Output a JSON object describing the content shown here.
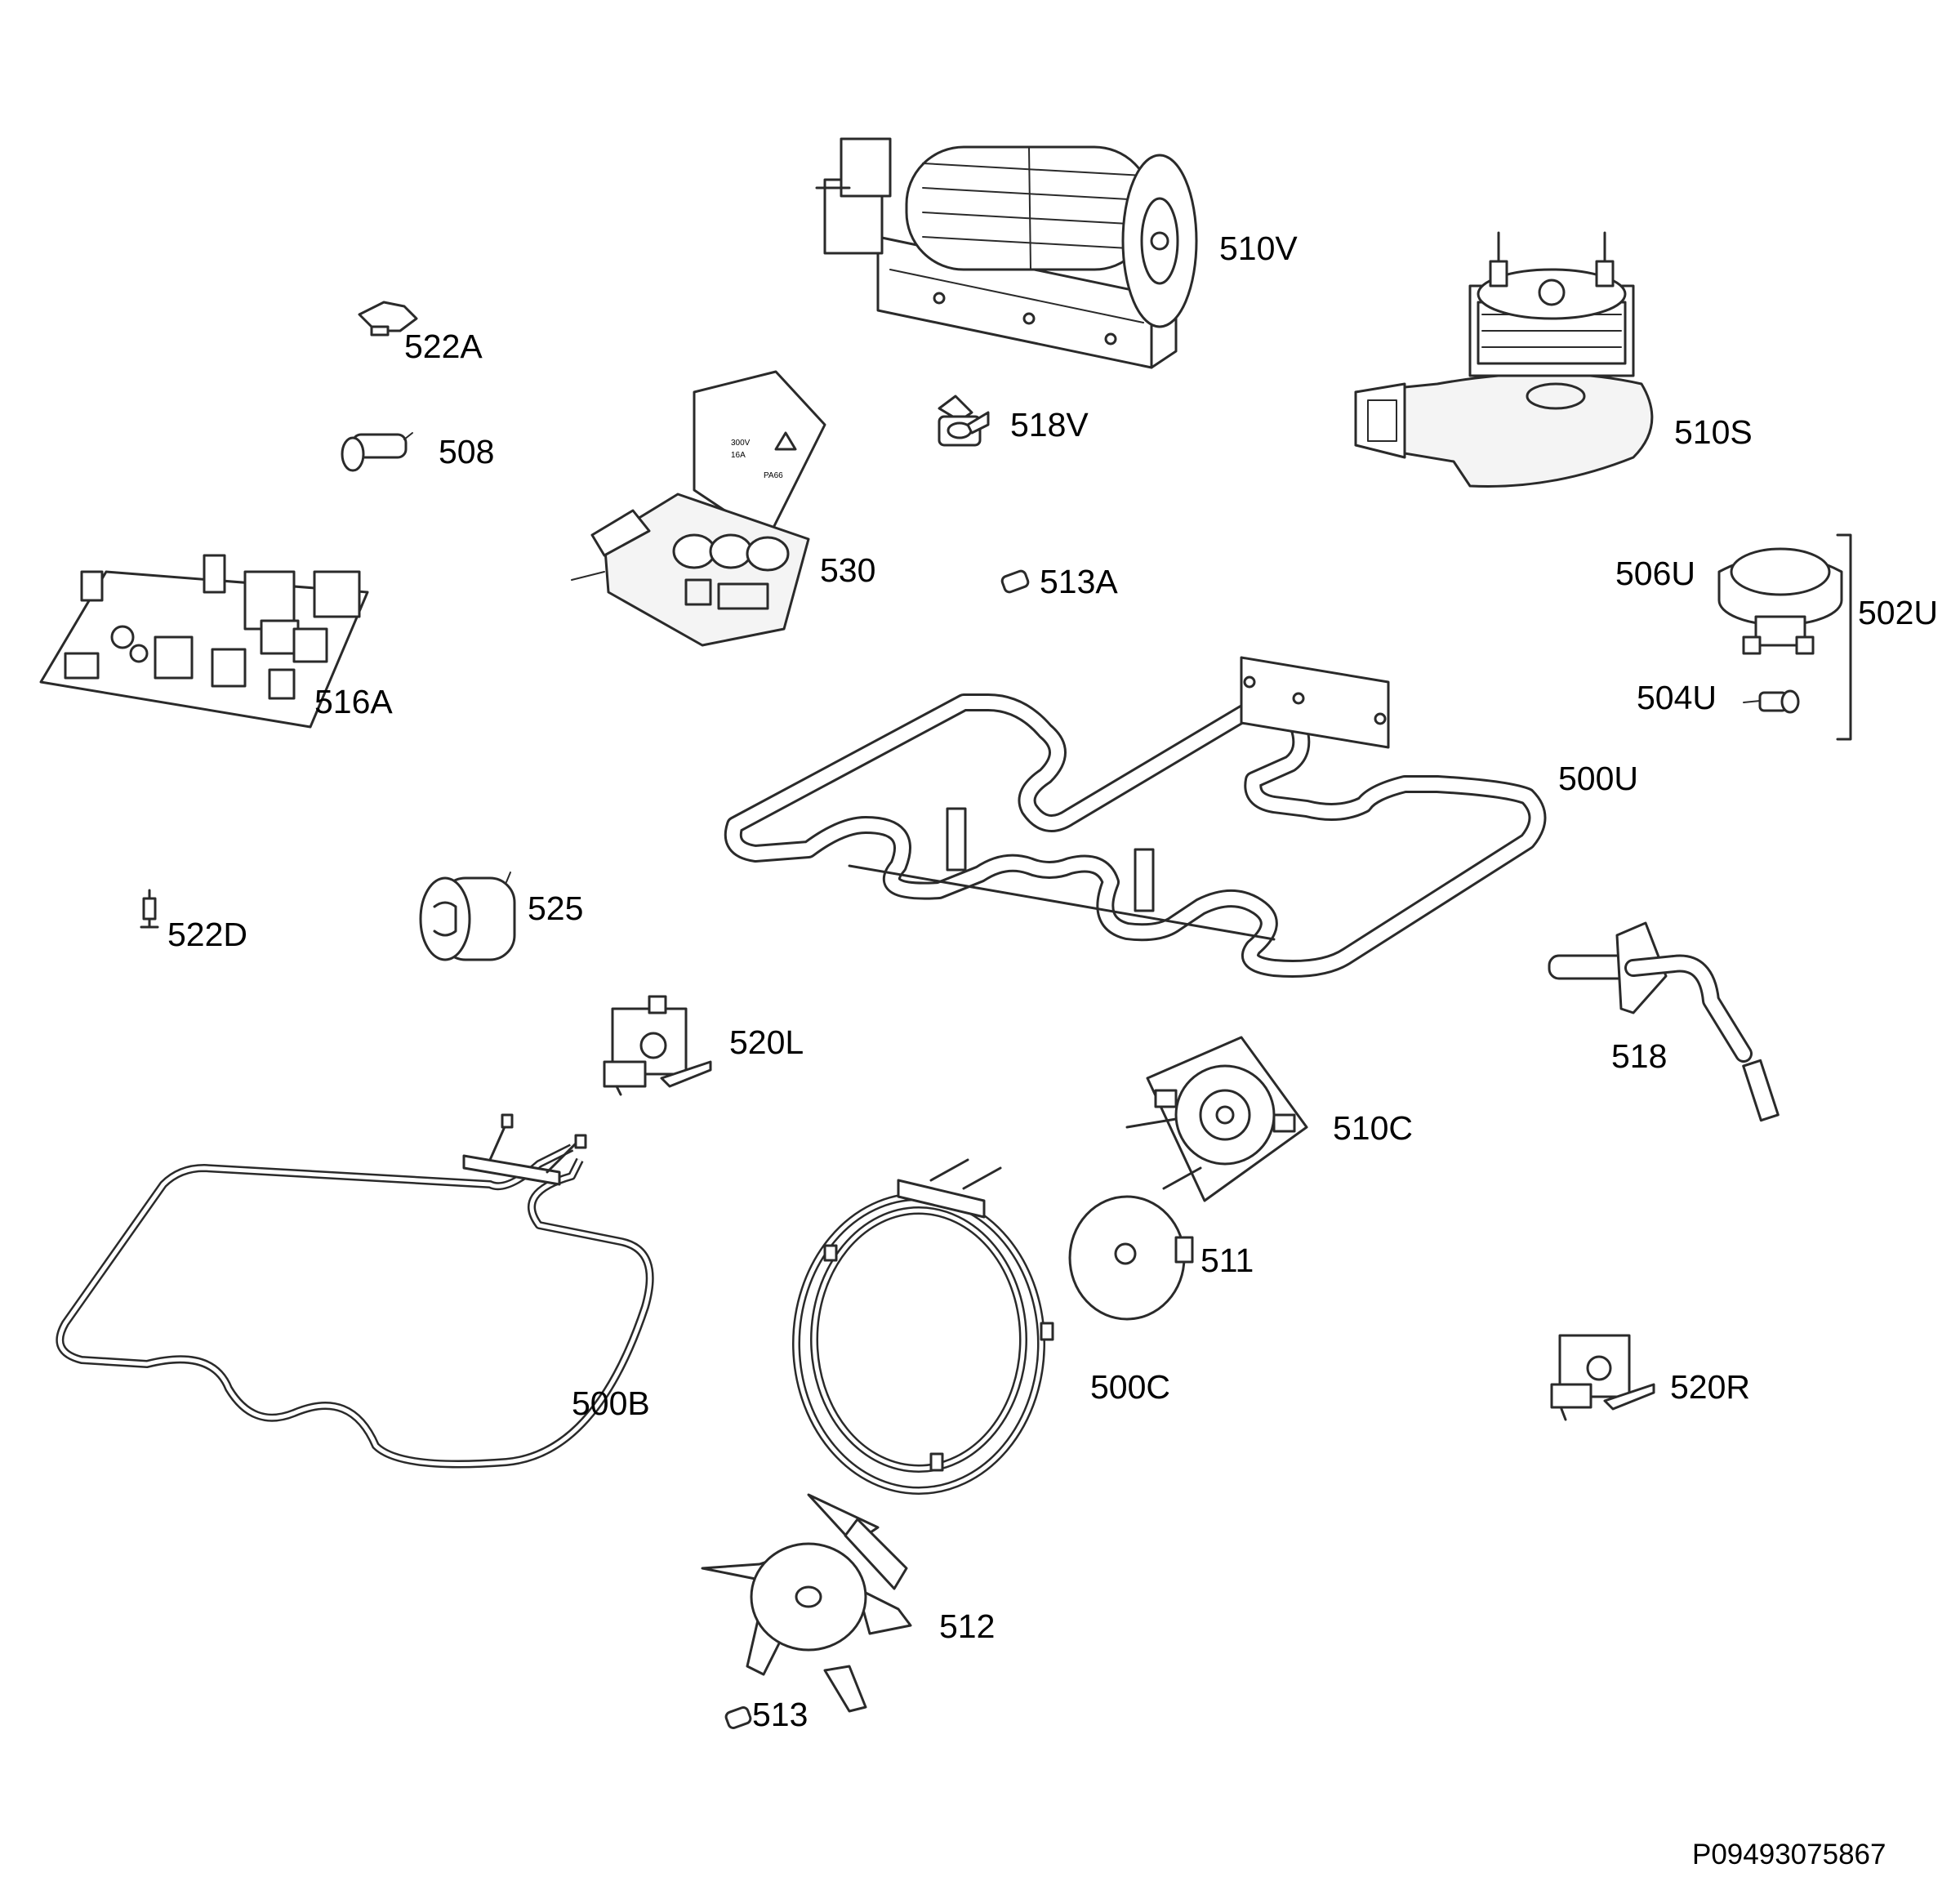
{
  "diagram": {
    "document_id": "P09493075867",
    "group_label": "502U",
    "labels": {
      "p510V": "510V",
      "p522A": "522A",
      "p518V": "518V",
      "p510S": "510S",
      "p508": "508",
      "p530": "530",
      "p513A": "513A",
      "p506U": "506U",
      "p516A": "516A",
      "p504U": "504U",
      "p500U": "500U",
      "p522D": "522D",
      "p525": "525",
      "p520L": "520L",
      "p518": "518",
      "p510C": "510C",
      "p511": "511",
      "p500B": "500B",
      "p500C": "500C",
      "p520R": "520R",
      "p512": "512",
      "p513": "513"
    },
    "icons": [
      "tangential-fan",
      "cooling-blower",
      "pcb",
      "terminal-block",
      "heating-element",
      "fan-motor",
      "fan-blade",
      "lamp",
      "thermostat",
      "door-lock"
    ]
  }
}
